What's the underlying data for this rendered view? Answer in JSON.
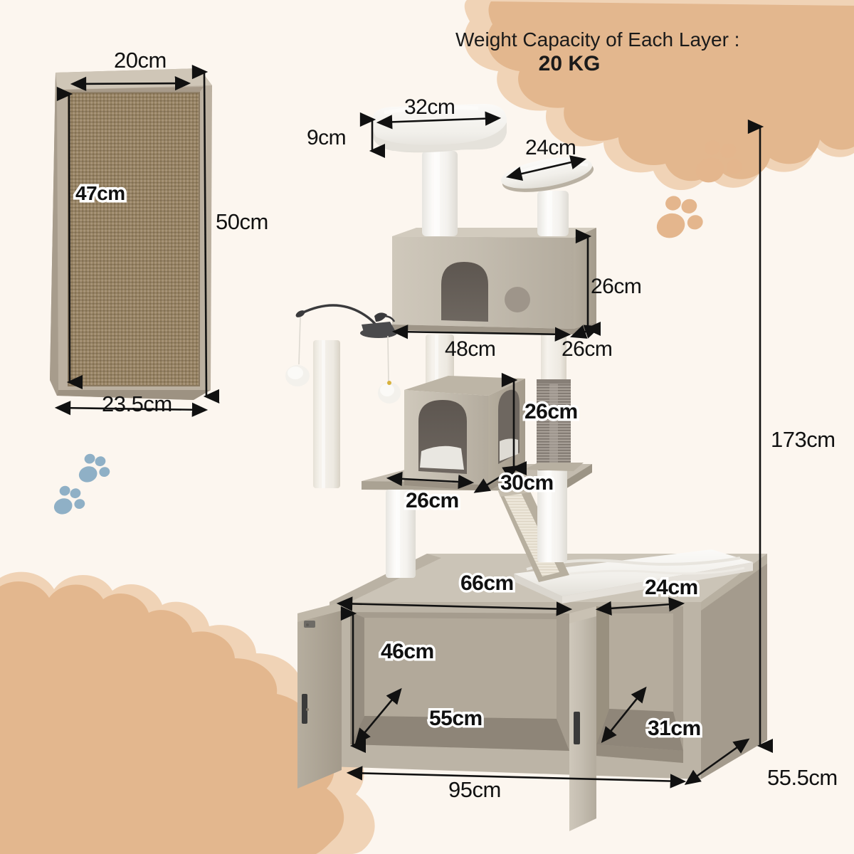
{
  "page": {
    "background_color": "#FCF6EF",
    "decor_tan_color": "#E3B78E",
    "decor_tan_ring_color": "#F0D3B6",
    "decor_paw_tan_color": "#E4B68D",
    "decor_paw_blue_color": "#8FB0C6"
  },
  "header": {
    "line1": "Weight Capacity of Each Layer :",
    "line2": "20 KG"
  },
  "scratch_board": {
    "name": "Cardboard Scratching Board",
    "frame_color": "#B4A693",
    "pad_color": "#A08F74",
    "dimensions": {
      "inner_width": "20cm",
      "inner_height": "47cm",
      "outer_height": "50cm",
      "outer_width": "23.5cm"
    }
  },
  "cat_tree": {
    "name": "Multi-Level Cat Tree with Litter Box Enclosure",
    "wood_color": "#C9C2B5",
    "wood_dark_color": "#8C8276",
    "plush_color": "#F4F3F0",
    "sisal_post_color": "#EFEBE3",
    "bristle_color": "#9A928A",
    "total_height": "173cm",
    "parts": [
      {
        "part": "top-plush-perch",
        "width": "32cm",
        "thickness": "9cm"
      },
      {
        "part": "oval-side-perch",
        "width": "24cm"
      },
      {
        "part": "upper-condo",
        "width": "48cm",
        "depth": "26cm",
        "height": "26cm"
      },
      {
        "part": "middle-condo",
        "width": "26cm",
        "depth": "30cm",
        "height": "26cm"
      },
      {
        "part": "cabinet-left-compartment",
        "width": "66cm",
        "height": "46cm",
        "depth": "55cm"
      },
      {
        "part": "cabinet-right-compartment",
        "width": "24cm",
        "depth": "31cm"
      },
      {
        "part": "cabinet-overall",
        "width": "95cm",
        "depth": "55.5cm"
      }
    ]
  },
  "labels": {
    "board_top": "20cm",
    "board_inner_height": "47cm",
    "board_outer_height": "50cm",
    "board_bottom": "23.5cm",
    "perch_width": "32cm",
    "perch_thickness": "9cm",
    "oval_perch": "24cm",
    "upper_condo_height": "26cm",
    "upper_condo_width": "48cm",
    "upper_condo_depth": "26cm",
    "middle_condo_height": "26cm",
    "middle_condo_depth": "30cm",
    "middle_condo_width": "26cm",
    "cabinet_top_width": "66cm",
    "cushion_width": "24cm",
    "cabinet_height": "46cm",
    "cabinet_depth": "55cm",
    "right_compartment_depth": "31cm",
    "cabinet_overall_width": "95cm",
    "cabinet_overall_depth": "55.5cm",
    "total_height": "173cm"
  }
}
